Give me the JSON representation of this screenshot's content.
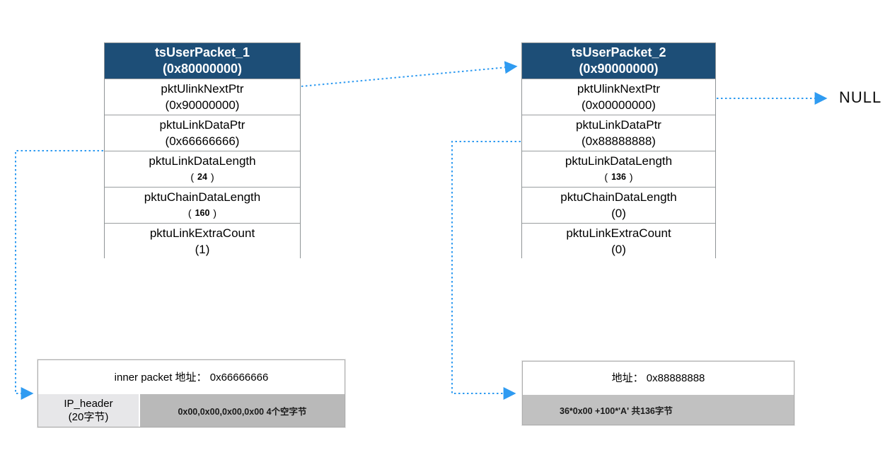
{
  "colors": {
    "header_bg": "#1d4e77",
    "header_text": "#ffffff",
    "arrow": "#2f9bf1",
    "cell_light_gray": "#e7e7e9",
    "cell_dark_gray": "#b9b9b9",
    "border_gray": "#9a9ea0"
  },
  "packets": [
    {
      "title": "tsUserPacket_1",
      "address": "(0x80000000)",
      "rows": [
        {
          "label": "pktUlinkNextPtr",
          "value": "(0x90000000)"
        },
        {
          "label": "pktuLinkDataPtr",
          "value": "(0x66666666)"
        },
        {
          "label": "pktuLinkDataLength",
          "open": "(",
          "num": "24",
          "close": ")"
        },
        {
          "label": "pktuChainDataLength",
          "open": "(",
          "num": "160",
          "close": ")"
        },
        {
          "label": "pktuLinkExtraCount",
          "value": "(1)"
        }
      ]
    },
    {
      "title": "tsUserPacket_2",
      "address": "(0x90000000)",
      "rows": [
        {
          "label": "pktUlinkNextPtr",
          "value": "(0x00000000)"
        },
        {
          "label": "pktuLinkDataPtr",
          "value": "(0x88888888)"
        },
        {
          "label": "pktuLinkDataLength",
          "open": "(",
          "num": "136",
          "close": ")"
        },
        {
          "label": "pktuChainDataLength",
          "value": "(0)"
        },
        {
          "label": "pktuLinkExtraCount",
          "value": "(0)"
        }
      ]
    }
  ],
  "buffers": {
    "left": {
      "title": "inner packet 地址： 0x66666666",
      "header_cell_line1": "IP_header",
      "header_cell_line2": "(20字节)",
      "data_cell": "0x00,0x00,0x00,0x00 4个空字节"
    },
    "right": {
      "title": "地址： 0x88888888",
      "data_cell": "36*0x00 +100*'A' 共136字节"
    }
  },
  "labels": {
    "null_terminator": "NULL"
  }
}
